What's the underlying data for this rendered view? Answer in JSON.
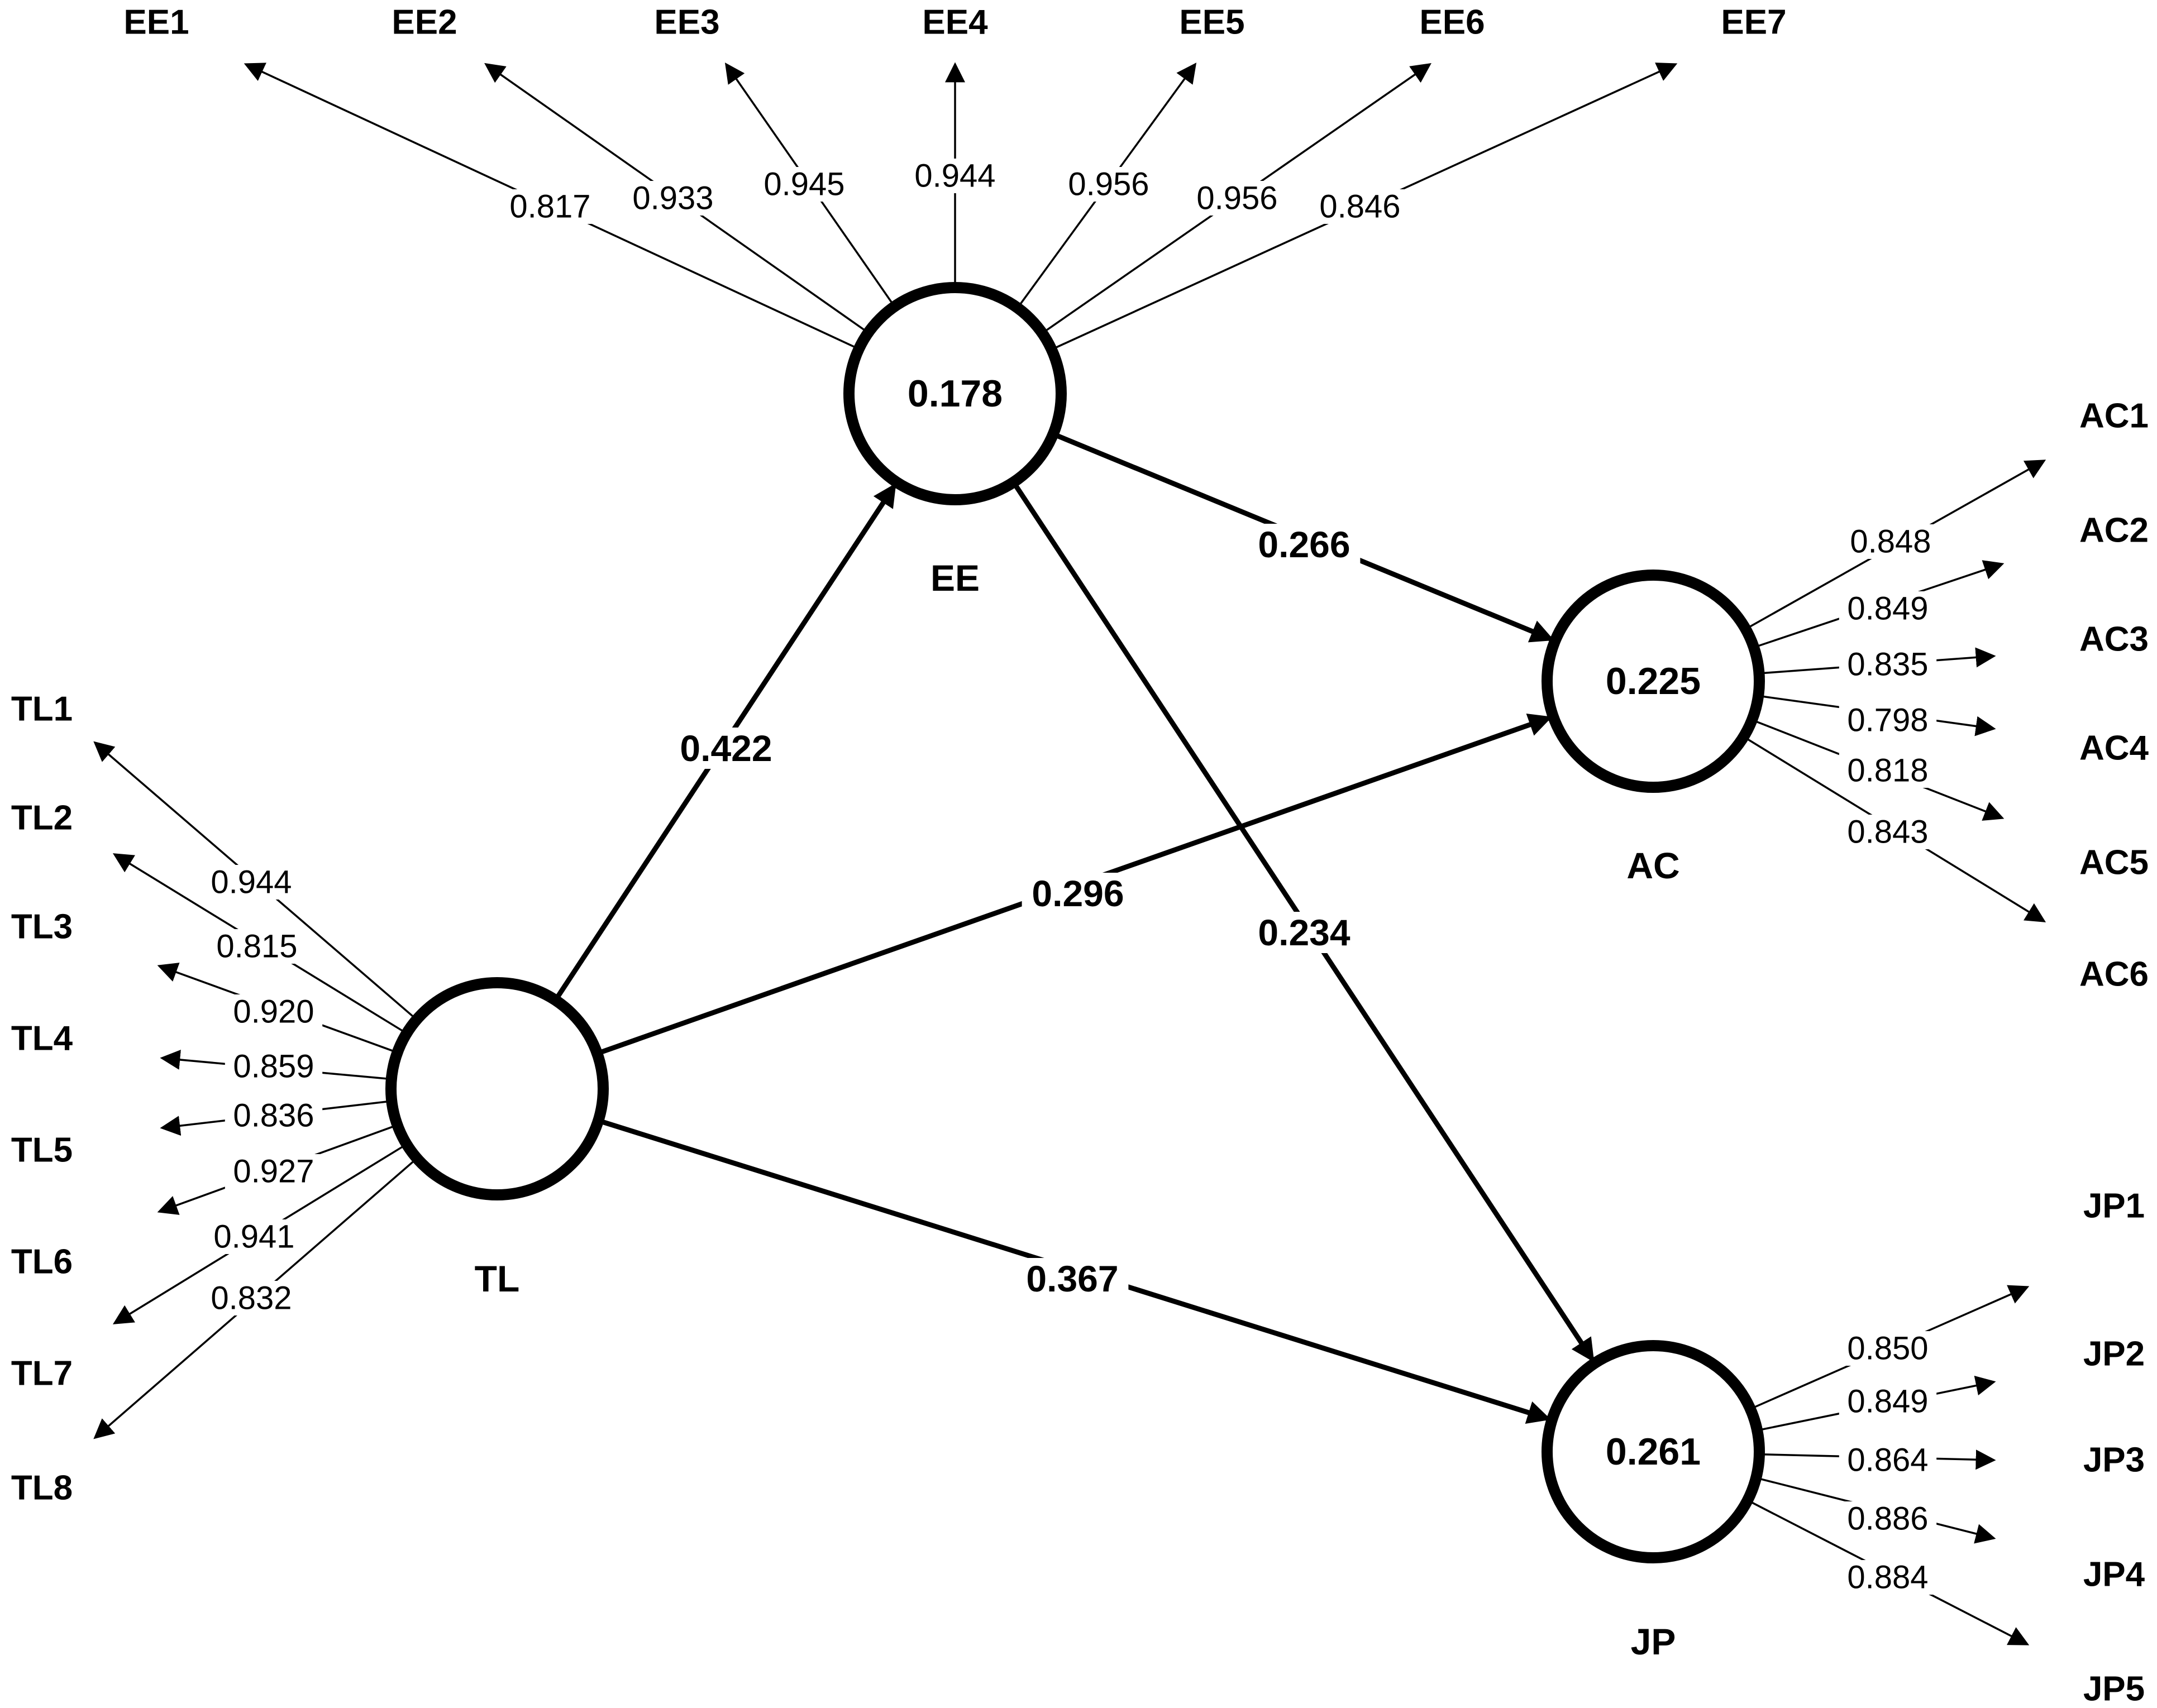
{
  "latent_variables": [
    {
      "id": "EE",
      "name": "EE",
      "r2": "0.178"
    },
    {
      "id": "AC",
      "name": "AC",
      "r2": "0.225"
    },
    {
      "id": "TL",
      "name": "TL",
      "r2": ""
    },
    {
      "id": "JP",
      "name": "JP",
      "r2": "0.261"
    }
  ],
  "paths": [
    {
      "from": "TL",
      "to": "EE",
      "coef": "0.422"
    },
    {
      "from": "EE",
      "to": "AC",
      "coef": "0.266"
    },
    {
      "from": "TL",
      "to": "AC",
      "coef": "0.296"
    },
    {
      "from": "EE",
      "to": "JP",
      "coef": "0.234"
    },
    {
      "from": "TL",
      "to": "JP",
      "coef": "0.367"
    }
  ],
  "indicators": {
    "EE": [
      {
        "name": "EE1",
        "loading": "0.817"
      },
      {
        "name": "EE2",
        "loading": "0.933"
      },
      {
        "name": "EE3",
        "loading": "0.945"
      },
      {
        "name": "EE4",
        "loading": "0.944"
      },
      {
        "name": "EE5",
        "loading": "0.956"
      },
      {
        "name": "EE6",
        "loading": "0.956"
      },
      {
        "name": "EE7",
        "loading": "0.846"
      }
    ],
    "AC": [
      {
        "name": "AC1",
        "loading": "0.848"
      },
      {
        "name": "AC2",
        "loading": "0.849"
      },
      {
        "name": "AC3",
        "loading": "0.835"
      },
      {
        "name": "AC4",
        "loading": "0.798"
      },
      {
        "name": "AC5",
        "loading": "0.818"
      },
      {
        "name": "AC6",
        "loading": "0.843"
      }
    ],
    "TL": [
      {
        "name": "TL1",
        "loading": "0.944"
      },
      {
        "name": "TL2",
        "loading": "0.815"
      },
      {
        "name": "TL3",
        "loading": "0.920"
      },
      {
        "name": "TL4",
        "loading": "0.859"
      },
      {
        "name": "TL5",
        "loading": "0.836"
      },
      {
        "name": "TL6",
        "loading": "0.927"
      },
      {
        "name": "TL7",
        "loading": "0.941"
      },
      {
        "name": "TL8",
        "loading": "0.832"
      }
    ],
    "JP": [
      {
        "name": "JP1",
        "loading": "0.850"
      },
      {
        "name": "JP2",
        "loading": "0.849"
      },
      {
        "name": "JP3",
        "loading": "0.864"
      },
      {
        "name": "JP4",
        "loading": "0.886"
      },
      {
        "name": "JP5",
        "loading": "0.884"
      }
    ]
  }
}
